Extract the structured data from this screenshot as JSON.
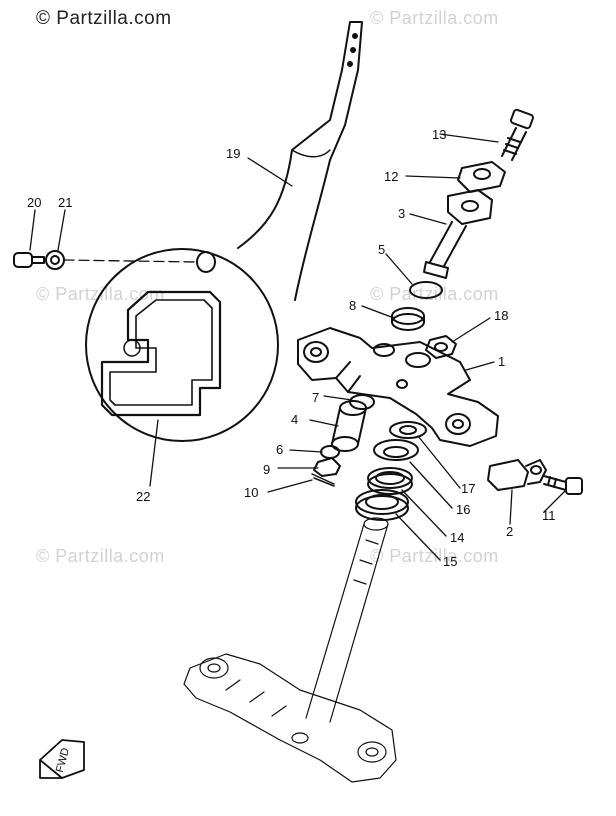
{
  "watermark": {
    "main": "© Partzilla.com",
    "faint": "© Partzilla.com"
  },
  "callouts": [
    "20",
    "21",
    "19",
    "13",
    "12",
    "3",
    "5",
    "8",
    "18",
    "1",
    "7",
    "4",
    "6",
    "9",
    "10",
    "22",
    "17",
    "16",
    "14",
    "15",
    "2",
    "11"
  ],
  "fwd_label": "FWD"
}
